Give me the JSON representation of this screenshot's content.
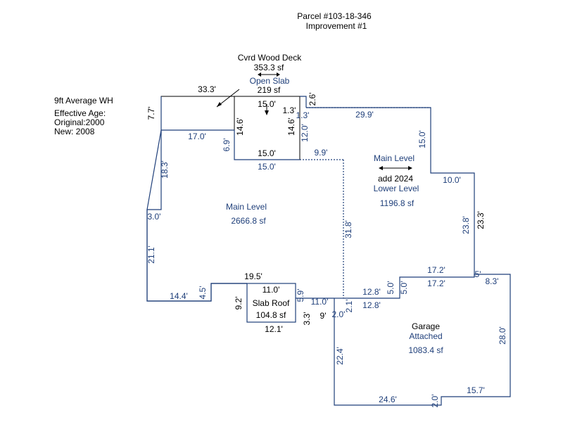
{
  "header": {
    "parcel": "Parcel #103-18-346",
    "improvement": "Improvement #1"
  },
  "notes": {
    "wall_height": "9ft Average WH",
    "effective_age": "Effective Age:",
    "original": "Original:2000",
    "new": "New: 2008"
  },
  "areas": {
    "deck": {
      "name": "Cvrd Wood Deck",
      "area": "353.3 sf"
    },
    "open_slab": {
      "name": "Open Slab",
      "area": "219 sf"
    },
    "main_level": {
      "name": "Main Level",
      "area": "2666.8 sf"
    },
    "slab_roof": {
      "name": "Slab Roof",
      "area": "104.8 sf"
    },
    "lower_level": {
      "name": "Main Level",
      "note": "add 2024",
      "sub": "Lower Level",
      "area": "1196.8 sf"
    },
    "garage": {
      "name": "Garage",
      "sub": "Attached",
      "area": "1083.4 sf"
    }
  },
  "dimensions": {
    "d_33_3": "33.3'",
    "d_7_7": "7.7'",
    "d_17_0": "17.0'",
    "d_6_9": "6.9'",
    "d_18_3": "18.3'",
    "d_3_0": "3.0'",
    "d_21_1": "21.1'",
    "d_14_4": "14.4'",
    "d_4_5": "4.5'",
    "d_19_5": "19.5'",
    "d_9_2": "9.2'",
    "d_11_0_top": "11.0'",
    "d_5_9": "5.9'",
    "d_3_3": "3.3'",
    "d_12_1": "12.1'",
    "d_11_0_right": "11.0'",
    "d_9": "9'",
    "d_2_0_a": "2.0'",
    "d_2_1": "2.1'",
    "d_22_4": "22.4'",
    "d_24_6": "24.6'",
    "d_2_0_b": "2.0'",
    "d_15_7": "15.7'",
    "d_28_0": "28.0'",
    "d_8_3": "8.3'",
    "d_17_2_a": "17.2'",
    "d_17_2_b": "17.2'",
    "d_5_0_a": "5.0'",
    "d_5_0_b": "5.0'",
    "d_12_8_a": "12.8'",
    "d_12_8_b": "12.8'",
    "d_31_8": "31.8'",
    "d_23_8": "23.8'",
    "d_23_3": "23.3'",
    "d_10_0": "10.0'",
    "d_15_0_v": "15.0'",
    "d_29_9": "29.9'",
    "d_1_3_a": "1.3'",
    "d_1_3_b": "1.3'",
    "d_2_6": "2.6'",
    "d_12_0": "12.0'",
    "d_14_6_a": "14.6'",
    "d_14_6_b": "14.6'",
    "d_15_0_a": "15.0'",
    "d_15_0_b": "15.0'",
    "d_15_0_c": "15.0'",
    "d_9_9": "9.9'",
    "d_5_tiny": "5'"
  }
}
